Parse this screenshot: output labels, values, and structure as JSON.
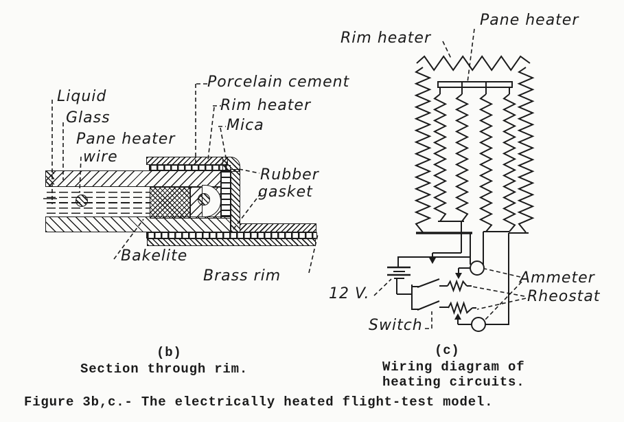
{
  "figure": {
    "paper_color": "#fbfbf9",
    "ink_color": "#1b1b1b",
    "section_b": {
      "labels": {
        "liquid": "Liquid",
        "glass": "Glass",
        "pane_heater_line1": "Pane heater",
        "pane_heater_line2": "wire",
        "porcelain_cement": "Porcelain cement",
        "rim_heater": "Rim heater",
        "mica": "Mica",
        "rubber_gasket_line1": "Rubber",
        "rubber_gasket_line2": "gasket",
        "bakelite": "Bakelite",
        "brass_rim": "Brass rim"
      },
      "subfigure_letter": "(b)",
      "subfigure_caption": "Section through rim."
    },
    "section_c": {
      "labels": {
        "rim_heater": "Rim heater",
        "pane_heater": "Pane heater",
        "battery_voltage": "12 V.",
        "switch": "Switch",
        "ammeter": "Ammeter",
        "rheostat": "Rheostat"
      },
      "subfigure_letter": "(c)",
      "subfigure_caption_line1": "Wiring diagram of",
      "subfigure_caption_line2": "heating circuits."
    },
    "figure_caption": "Figure 3b,c.- The electrically heated flight-test model."
  }
}
